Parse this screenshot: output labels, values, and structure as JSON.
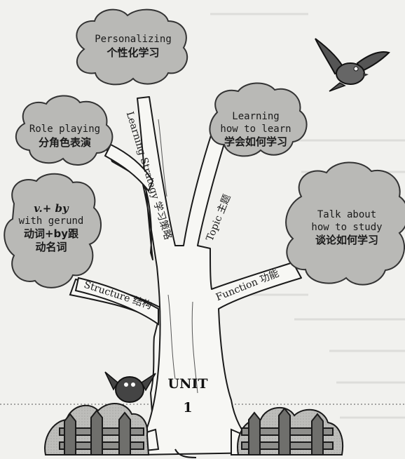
{
  "unit": {
    "title": "UNIT",
    "number": "1"
  },
  "clouds": {
    "personalizing": {
      "en": "Personalizing",
      "cn": "个性化学习"
    },
    "learning": {
      "en1": "Learning",
      "en2": "how to learn",
      "cn": "学会如何学习"
    },
    "role_playing": {
      "en": "Role playing",
      "cn": "分角色表演"
    },
    "structure": {
      "formula": "v.+ by",
      "en": "with gerund",
      "cn1": "动词+by跟",
      "cn2": "动名词"
    },
    "talk": {
      "en1": "Talk about",
      "en2": "how to study",
      "cn": "谈论如何学习"
    }
  },
  "branches": {
    "learning_strategy": "Learning Strategy 学习策略",
    "topic": "Topic 主题",
    "structure": "Structure 结构",
    "function": "Function 功能"
  },
  "colors": {
    "cloud_fill": "#b9b9b6",
    "cloud_stroke": "#333333",
    "trunk_fill": "#f7f7f4",
    "ink": "#1a1a1a",
    "bush": "#8e8e8b"
  }
}
